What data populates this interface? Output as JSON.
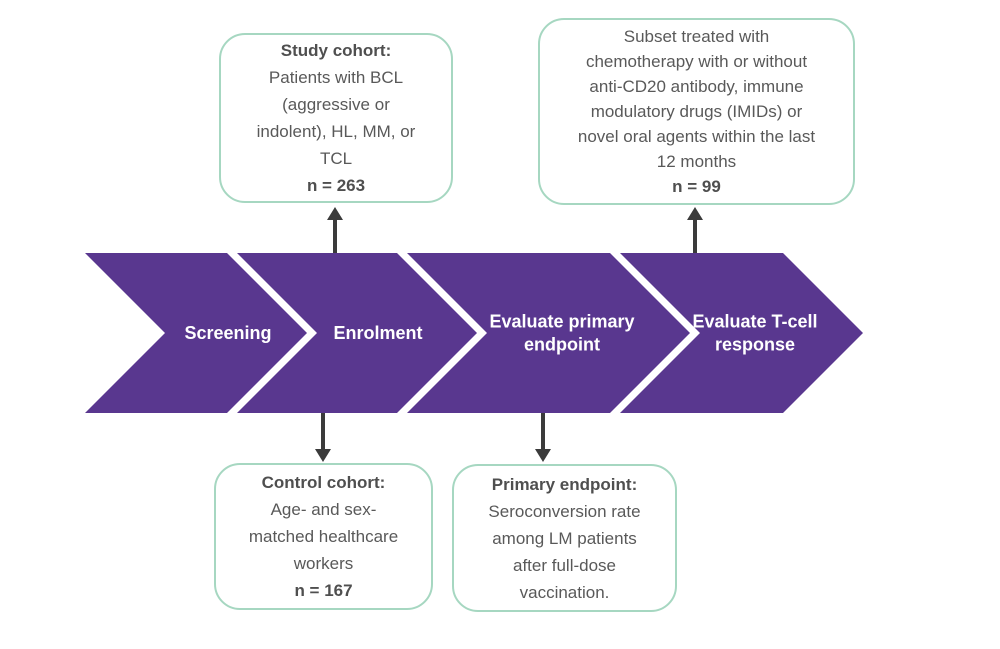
{
  "diagram": {
    "colors": {
      "chevron_purple": "#59378f",
      "callout_border_green": "#a6d7c1",
      "callout_text_gray": "#595959",
      "arrow_gray": "#3b3b3b",
      "chevron_label_white": "#ffffff",
      "background": "#ffffff"
    },
    "flow_steps": [
      {
        "label": "Screening"
      },
      {
        "label": "Enrolment"
      },
      {
        "label": "Evaluate primary endpoint"
      },
      {
        "label": "Evaluate T-cell response"
      }
    ],
    "callouts": {
      "study_cohort": {
        "lines": [
          {
            "text": "Study cohort:",
            "bold": true
          },
          {
            "text": "Patients with BCL",
            "bold": false
          },
          {
            "text": "(aggressive or",
            "bold": false
          },
          {
            "text": "indolent), HL, MM, or",
            "bold": false
          },
          {
            "text": "TCL",
            "bold": false
          },
          {
            "text": "n = 263",
            "bold": true
          }
        ]
      },
      "subset_treated": {
        "lines": [
          {
            "text": "Subset treated with",
            "bold": false
          },
          {
            "text": "chemotherapy with or without",
            "bold": false
          },
          {
            "text": "anti-CD20 antibody, immune",
            "bold": false
          },
          {
            "text": "modulatory drugs (IMIDs) or",
            "bold": false
          },
          {
            "text": "novel oral agents within the last",
            "bold": false
          },
          {
            "text": "12 months",
            "bold": false
          },
          {
            "text": "n = 99",
            "bold": true
          }
        ]
      },
      "control_cohort": {
        "lines": [
          {
            "text": "Control cohort:",
            "bold": true
          },
          {
            "text": "Age- and sex-",
            "bold": false
          },
          {
            "text": "matched healthcare",
            "bold": false
          },
          {
            "text": "workers",
            "bold": false
          },
          {
            "text": "n = 167",
            "bold": true
          }
        ]
      },
      "primary_endpoint": {
        "lines": [
          {
            "text": "Primary endpoint:",
            "bold": true
          },
          {
            "text": "Seroconversion rate",
            "bold": false
          },
          {
            "text": "among LM patients",
            "bold": false
          },
          {
            "text": "after full-dose",
            "bold": false
          },
          {
            "text": "vaccination.",
            "bold": false
          }
        ]
      }
    }
  }
}
